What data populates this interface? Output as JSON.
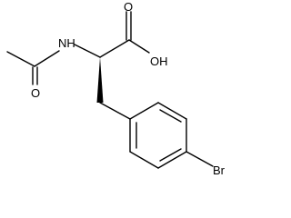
{
  "molecule": {
    "atom_labels": {
      "nh": "NH",
      "oh": "OH",
      "o_acid": "O",
      "o_amide": "O",
      "br": "Br"
    },
    "colors": {
      "bond": "#000000",
      "label": "#000000",
      "background": "#ffffff"
    }
  }
}
